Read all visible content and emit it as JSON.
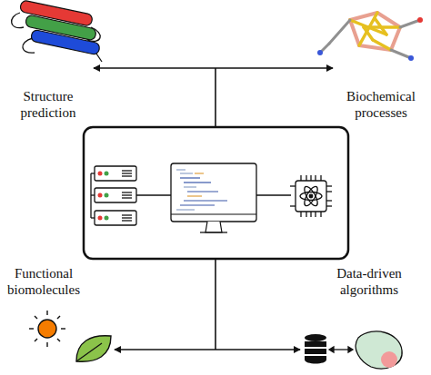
{
  "diagram": {
    "nodes": [
      {
        "text": [
          "Structure prediction"
        ]
      },
      {
        "text": [
          "Biochemical processes"
        ]
      },
      {
        "text": [
          "Functional biomolecules"
        ]
      },
      {
        "text": [
          "Data-driven algorithms"
        ]
      }
    ],
    "edges": [
      {
        "from": 0,
        "to": 1,
        "arrow": "both"
      },
      {
        "from": 2,
        "to": 3,
        "arrow": "both"
      }
    ]
  }
}
